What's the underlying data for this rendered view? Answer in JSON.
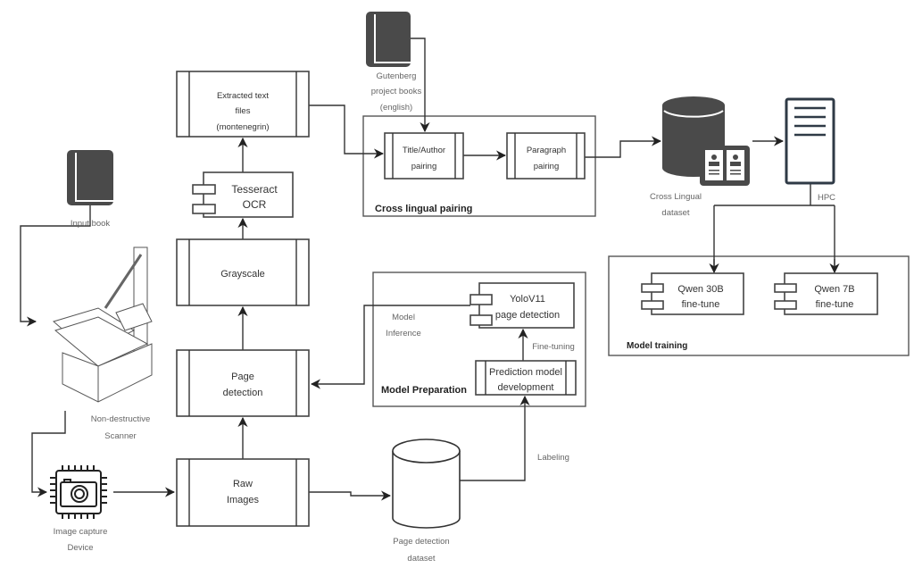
{
  "nodes": {
    "input_book": "Input book",
    "scanner": [
      "Non-destructive",
      "Scanner"
    ],
    "camera": [
      "Image capture",
      "Device"
    ],
    "raw_images": [
      "Raw",
      "Images"
    ],
    "page_detection": [
      "Page",
      "detection"
    ],
    "grayscale": "Grayscale",
    "tesseract": [
      "Tesseract",
      "OCR"
    ],
    "extracted_text": [
      "Extracted text",
      "files",
      "(montenegrin)"
    ],
    "gutenberg": [
      "Gutenberg",
      "project books",
      "(english)"
    ],
    "title_author": [
      "Title/Author",
      "pairing"
    ],
    "paragraph": [
      "Paragraph",
      "pairing"
    ],
    "cross_dataset": [
      "Cross Lingual",
      "dataset"
    ],
    "hpc": "HPC",
    "qwen30": [
      "Qwen 30B",
      "fine-tune"
    ],
    "qwen7": [
      "Qwen 7B",
      "fine-tune"
    ],
    "yolo": [
      "YoloV11",
      "page detection"
    ],
    "prediction": [
      "Prediction model",
      "development"
    ],
    "page_dataset": [
      "Page detection",
      "dataset"
    ]
  },
  "groups": {
    "cross_lingual": "Cross lingual pairing",
    "model_training": "Model training",
    "model_preparation": "Model Preparation"
  },
  "edges": {
    "model_inference": [
      "Model",
      "Inference"
    ],
    "fine_tuning": "Fine-tuning",
    "labeling": "Labeling"
  },
  "colors": {
    "icon_dark": "#4a4a4a",
    "stroke": "#444444"
  }
}
